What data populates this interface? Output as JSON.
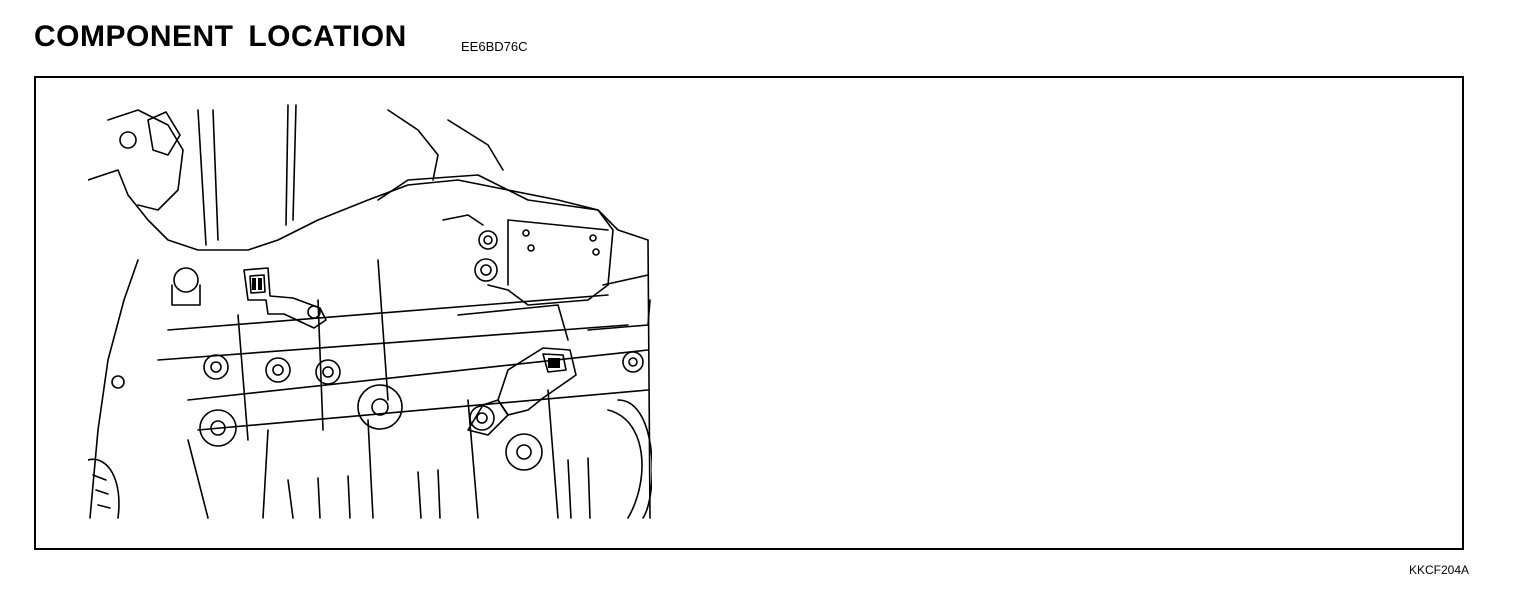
{
  "header": {
    "title": "COMPONENT LOCATION",
    "code": "EE6BD76C"
  },
  "figure": {
    "id": "KKCF204A",
    "icon": "transmission-sensor-line-drawing",
    "ink_color": "#000000",
    "paper_color": "#ffffff"
  }
}
